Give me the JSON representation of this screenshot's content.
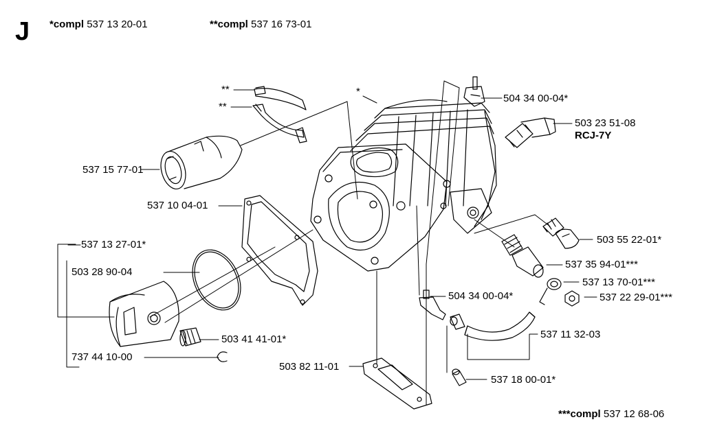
{
  "section_letter": "J",
  "header": {
    "compl1_prefix": "*compl",
    "compl1_value": "537 13 20-01",
    "compl2_prefix": "**compl",
    "compl2_value": "537 16 73-01"
  },
  "footer": {
    "compl3_prefix": "***compl",
    "compl3_value": "537 12 68-06"
  },
  "marks": {
    "single": "*",
    "double": "**"
  },
  "parts": {
    "p_504_34_00_04_top": "504 34 00-04*",
    "p_503_23_51_08": "503 23 51-08",
    "p_rcj_7y": "RCJ-7Y",
    "p_537_15_77_01": "537 15 77-01",
    "p_537_10_04_01": "537 10 04-01",
    "p_537_13_27_01": "537 13 27-01*",
    "p_503_28_90_04": "503 28 90-04",
    "p_503_55_22_01": "503 55 22-01*",
    "p_537_35_94_01": "537 35 94-01***",
    "p_537_13_70_01": "537 13 70-01***",
    "p_537_22_29_01": "537 22 29-01***",
    "p_504_34_00_04_mid": "504 34 00-04*",
    "p_537_11_32_03": "537 11 32-03",
    "p_503_41_41_01": "503 41 41-01*",
    "p_737_44_10_00": "737 44 10-00",
    "p_503_82_11_01": "503 82 11-01",
    "p_537_18_00_01": "537 18 00-01*"
  }
}
